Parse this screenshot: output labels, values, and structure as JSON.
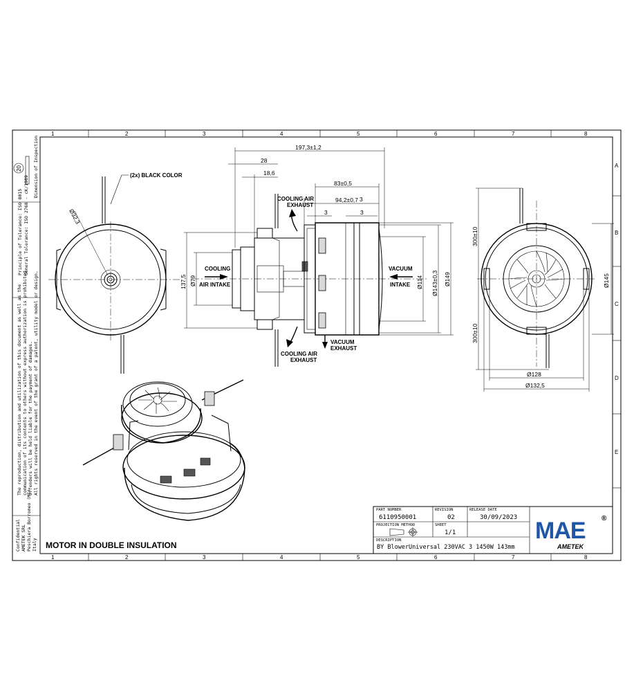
{
  "border": {
    "columns": [
      "1",
      "2",
      "3",
      "4",
      "5",
      "6",
      "7",
      "8"
    ],
    "rows": [
      "A",
      "B",
      "C",
      "D",
      "E"
    ]
  },
  "left_margin": {
    "inspection_code": "20",
    "inspection_label": "Dimension of Inspection",
    "tolerance_line1": "Principle of Tolerance: ISO 8015",
    "tolerance_line2": "General Tolerance: ISO 2768 - cK/1989",
    "confidential_lines": [
      "The reproduction, distribution and utilization of this document as well as the",
      "communication of its contents to others without express authorization is prohibited.",
      "Offenders will be held liable for the payment of damages.",
      "All rights reserved in the event of the grant of a patent, utility model or design."
    ],
    "company_lines": [
      "Confidential",
      "AMETEK SRL",
      "Peschiera Borromeo (MI)",
      "Italy"
    ]
  },
  "annotations": {
    "black_color": "(2x) BLACK COLOR",
    "cooling_exhaust_top": [
      "COOLING AIR",
      "EXHAUST"
    ],
    "cooling_intake": [
      "COOLING",
      "AIR INTAKE"
    ],
    "vacuum_intake": [
      "VACUUM",
      "INTAKE"
    ],
    "cooling_exhaust_bottom": [
      "COOLING AIR",
      "EXHAUST"
    ],
    "vacuum_exhaust": [
      "VACUUM",
      "EXHAUST"
    ],
    "note": "MOTOR IN DOUBLE INSULATION"
  },
  "dimensions": {
    "overall_length": "197,3±1,2",
    "d28": "28",
    "d18_6": "18,6",
    "d83": "83±0,5",
    "d94": "94,2±0,7",
    "d3a": "3",
    "d3b": "3",
    "d3c": "3",
    "dia32": "Ø32,3",
    "dia137": "137,5",
    "dia79": "Ø79",
    "dia114": "Ø114",
    "dia143": "Ø143±0,3",
    "dia149": "Ø149",
    "lead_top": "300±10",
    "lead_bottom": "300±10",
    "dia145": "Ø145",
    "dia128": "Ø128",
    "dia132": "Ø132,5"
  },
  "title_block": {
    "part_number_label": "PART NUMBER",
    "part_number": "6110950001",
    "revision_label": "REVISION",
    "revision": "02",
    "release_label": "RELEASE  DATE",
    "release_date": "30/09/2023",
    "projection_label": "PROJECTION METHOD",
    "sheet_label": "SHEET",
    "sheet": "1/1",
    "description_label": "DESCRIPTION",
    "description": "BY BlowerUniversal 230VAC 3 1450W 143mm",
    "logo_text": "MAE",
    "logo_mark": "®",
    "brand": "AMETEK"
  },
  "colors": {
    "line": "#000000",
    "paper": "#ffffff",
    "fill_gray": "#d9d9d9"
  }
}
